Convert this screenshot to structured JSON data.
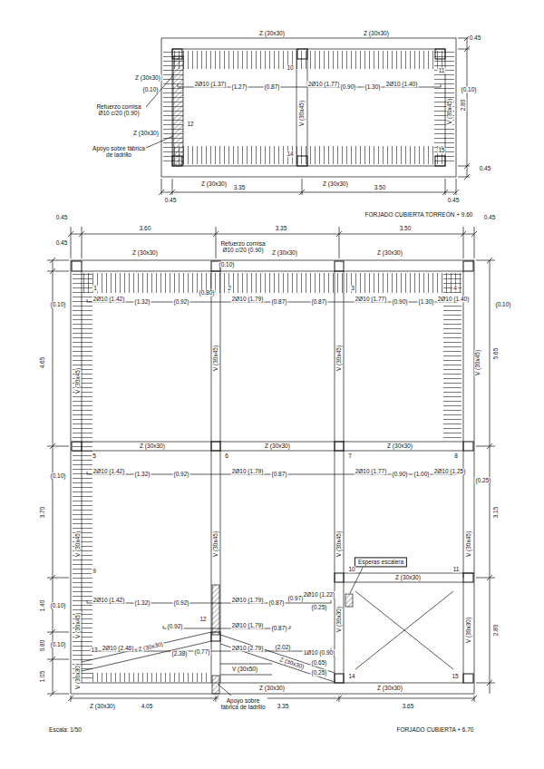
{
  "diagram": {
    "nodes": [
      {
        "text": [
          "Esperas escalera"
        ]
      }
    ],
    "labels": [
      "0.45",
      "Z (30x30)",
      "Z (30x30)",
      "Z (30x30)",
      "10",
      "11",
      "(0.10)",
      "2Ø10 (1.37)",
      "(1.27)",
      "(0.87)",
      "2Ø10 (1.77)",
      "(0.90)",
      "(1.30)",
      "2Ø10 (1.40)",
      "(0.10)",
      "2.80",
      "V (30x45)",
      "V (30x45)",
      "Refuerzo cornisa Ø10 c/20 (0.90)",
      "12",
      "Z (30x30)",
      "Apoyo sobre fábrica de ladrillo",
      "14",
      "15",
      "0.45",
      "Z (30x30)",
      "Z (30x30)",
      "3.35",
      "3.50",
      "0.45",
      "0.45",
      "FORJADO CUBIERTA TORREÓN + 9.60",
      "0.45",
      "0.45",
      "3.60",
      "3.35",
      "3.50",
      "0.45",
      "Refuerzo cornisa Ø10 c/20 (0.90)",
      "Z (30x30)",
      "Z (30x30)",
      "Z (30x30)",
      "(0.10)",
      "1",
      "2",
      "3",
      "4",
      "(0.80)",
      "(0.10)",
      "2Ø10 (1.42)",
      "(1.32)",
      "(0.92)",
      "2Ø10 (1.79)",
      "(0.87)",
      "(0.87)",
      "2Ø10 (1.77)",
      "(0.90)",
      "(1.30)",
      "2Ø10 (1.40)",
      "(0.10)",
      "5.65",
      "4.65",
      "V (30x45)",
      "V (30x45)",
      "V (30x45)",
      "V (30x45)",
      "Z (30x30)",
      "Z (30x30)",
      "Z (30x30)",
      "5",
      "6",
      "7",
      "8",
      "(0.10)",
      "2Ø10 (1.42)",
      "(1.32)",
      "(0.92)",
      "2Ø10 (1.79)",
      "(0.87)",
      "2Ø10 (1.77)",
      "(0.90)",
      "(1.00)",
      "2Ø10 (1.25)",
      "(0.25)",
      "3.70",
      "3.15",
      "V (30x45)",
      "V (30x45)",
      "V (30x45)",
      "V (30x45)",
      "9",
      "10",
      "11",
      "Z (30x30)",
      "(0.10)",
      "2Ø10 (1.42)",
      "(1.32)",
      "(0.92)",
      "2Ø10 (1.79)",
      "(0.87)",
      "(0.97)",
      "2Ø10 (1.22)",
      "(0.25)",
      "1.40",
      "(0.92)",
      "12",
      "2Ø10 (1.79)",
      "(0.87)",
      "V (30x30)",
      "V (30x45)",
      "V (30x30)",
      "2.80",
      "0.80",
      "(0.10)",
      "13",
      "2Ø10 (2.46)",
      "Z (30x30)",
      "(2.38)",
      "(0.77)",
      "2Ø10 (2.79)",
      "(2.02)",
      "Z (30x30)",
      "1Ø10 (0.90)",
      "(0.65)",
      "(0.25)",
      "V (30x50)",
      "14",
      "15",
      "1.05",
      "V (30x30)",
      "Z (30x30)",
      "Z (30x30)",
      "Z (30x30)",
      "4.05",
      "3.35",
      "3.65",
      "Apoyo sobre fábrica de ladrillo",
      "Escala: 1/50",
      "FORJADO CUBIERTA + 6.70"
    ]
  }
}
